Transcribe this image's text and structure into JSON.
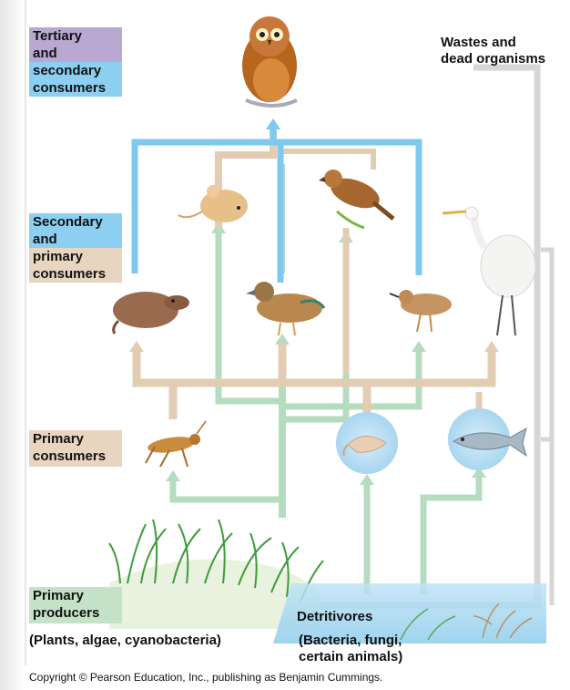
{
  "levels": {
    "tertiary": {
      "lines": [
        "Tertiary",
        "and",
        "secondary",
        "consumers"
      ]
    },
    "secondary": {
      "lines": [
        "Secondary",
        "and",
        "primary",
        "consumers"
      ]
    },
    "primary": {
      "lines": [
        "Primary",
        "consumers"
      ]
    },
    "producers": {
      "lines": [
        "Primary",
        "producers"
      ]
    }
  },
  "labels": {
    "wastes": [
      "Wastes and",
      "dead organisms"
    ],
    "detritivores": "Detritivores",
    "detritivores_sub": [
      "(Bacteria, fungi,",
      "certain animals)"
    ],
    "producers_sub": "(Plants, algae, cyanobacteria)"
  },
  "organisms": [
    "owl-icon",
    "mouse-icon",
    "sparrow-icon",
    "shrew-icon",
    "duck-icon",
    "sandpiper-icon",
    "egret-icon",
    "grasshopper-icon",
    "shrimp-icon",
    "fish-icon",
    "grass-icon",
    "water-plants-icon"
  ],
  "colors": {
    "purple": "#b8a8d2",
    "blue": "#8ccff0",
    "tan": "#e8d5bf",
    "green": "#c4e2c7",
    "arrow_blue": "#7fc9ee",
    "arrow_tan": "#e2cdb3",
    "arrow_green": "#b6dcc0",
    "arrow_gray": "#d6d6d6"
  },
  "copyright": "Copyright © Pearson Education, Inc., publishing as Benjamin Cummings."
}
